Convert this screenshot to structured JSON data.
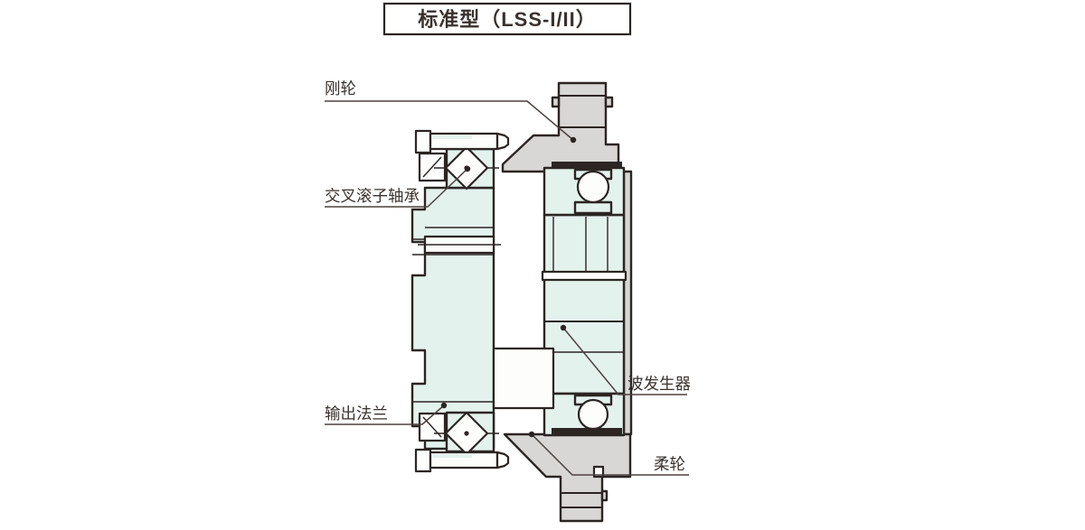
{
  "title": "标准型（LSS-I/II）",
  "labels": {
    "rigid_wheel": "刚轮",
    "crossed_roller_bearing": "交叉滚子轴承",
    "output_flange": "输出法兰",
    "wave_generator": "波发生器",
    "flexspline": "柔轮"
  },
  "colors": {
    "part_gray": "#d8d7d5",
    "part_cyan": "#e4f2ee",
    "outline": "#2b2523",
    "leader": "#4a423e",
    "label_text": "#3a322e",
    "background": "#ffffff"
  }
}
